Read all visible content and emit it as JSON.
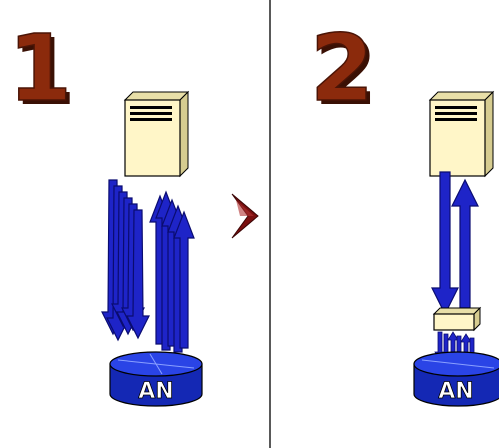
{
  "steps": [
    {
      "number": "1",
      "node_label": "AN"
    },
    {
      "number": "2",
      "node_label": "AN"
    }
  ],
  "colors": {
    "numeral": "#8b2a0c",
    "numeral_shadow": "#3a1004",
    "chevron": "#7a0f0f",
    "server_body": "#fff6c8",
    "arrow_fill": "#1e24c8",
    "arrow_stroke": "#0a0c70",
    "node_fill": "#1428b4",
    "node_top": "#2a44e6",
    "divider": "#222222"
  },
  "icons": [
    "server-icon",
    "database-node-icon",
    "chevron-right-icon",
    "aggregator-box-icon"
  ]
}
